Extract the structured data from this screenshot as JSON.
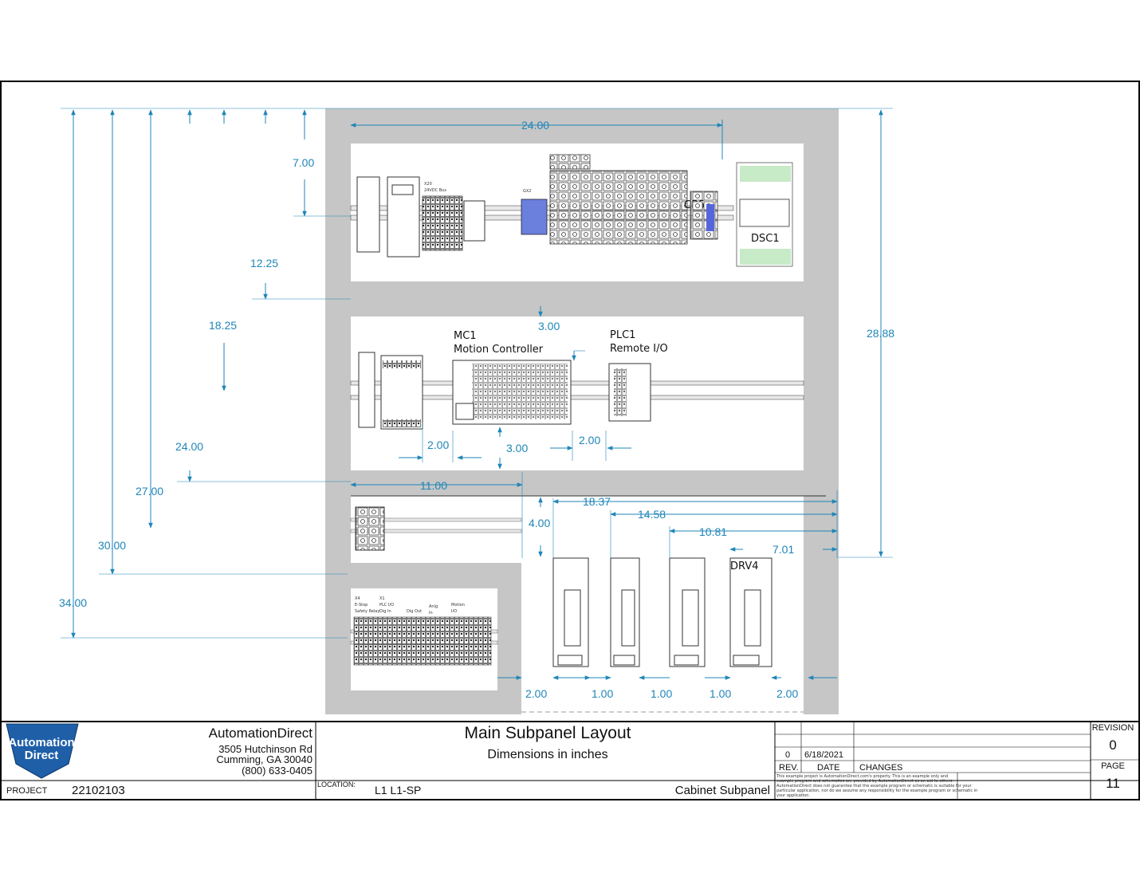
{
  "drawing": {
    "dimensions": {
      "panel_width": "24.00",
      "panel_height": "28.88",
      "v_7_00": "7.00",
      "v_12_25": "12.25",
      "v_18_25": "18.25",
      "v_24_00": "24.00",
      "v_27_00": "27.00",
      "v_30_00": "30.00",
      "v_34_00": "34.00",
      "gap_3_00_top": "3.00",
      "gap_2_00_left": "2.00",
      "gap_3_00_mid": "3.00",
      "gap_2_00_right": "2.00",
      "h_11_00": "11.00",
      "h_18_37": "18.37",
      "h_14_58": "14.58",
      "h_10_81": "10.81",
      "h_7_01": "7.01",
      "v_4_00": "4.00",
      "bottom_spacings": [
        "2.00",
        "1.00",
        "1.00",
        "1.00",
        "2.00"
      ]
    },
    "labels": {
      "mc1_tag": "MC1",
      "mc1_desc": "Motion Controller",
      "plc1_tag": "PLC1",
      "plc1_desc": "Remote I/O",
      "dsc1": "DSC1",
      "drv4": "DRV4",
      "cb5": "CB5",
      "x20": "X20",
      "x20_sub": "24VDC Bus",
      "gx2": "GX2",
      "x4": "X4",
      "x4_sub1": "E-Stop",
      "x4_sub2": "Safety Relay",
      "x1": "X1",
      "x1_sub1": "PLC I/O",
      "x1_sub2": "Dig In",
      "dig_out": "Dig Out",
      "anlg": "Anlg",
      "anlg_sub": "In",
      "motion": "Motion",
      "motion_sub": "I/O"
    }
  },
  "title_block": {
    "company_logo_line1": "Automation",
    "company_logo_line2": "Direct",
    "company_name": "AutomationDirect",
    "address1": "3505 Hutchinson Rd",
    "address2": "Cumming, GA 30040",
    "phone": "(800) 633-0405",
    "title": "Main Subpanel Layout",
    "subtitle": "Dimensions in inches",
    "project_label": "PROJECT",
    "project_number": "22102103",
    "location_label": "LOCATION:",
    "location_value": "L1 L1-SP",
    "drawing_type": "Cabinet Subpanel",
    "rev_row_rev": "0",
    "rev_row_date": "6/18/2021",
    "rev_header": "REV.",
    "date_header": "DATE",
    "changes_header": "CHANGES",
    "revision_label": "REVISION",
    "revision_value": "0",
    "page_label": "PAGE",
    "page_value": "11",
    "disclaimer_1": "This example project is AutomationDirect.com's property. This is an example only and ",
    "disclaimer_2": "example program and schematics are provided by AutomationDirect as an aid to others. ",
    "disclaimer_3": "AutomationDirect does not guarantee that the example program or schematic is suitable for your ",
    "disclaimer_4": "particular application, nor do we assume any responsibility for the example program or schematic in ",
    "disclaimer_5": "your application."
  }
}
